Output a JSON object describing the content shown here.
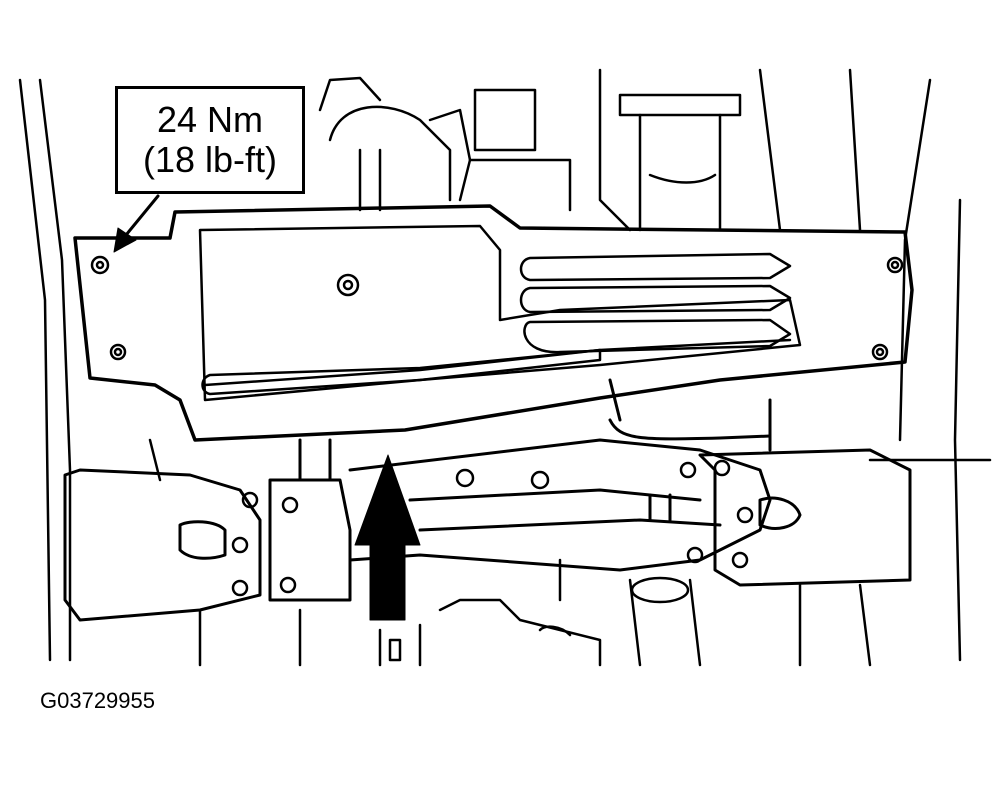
{
  "callout": {
    "torque_nm": "24 Nm",
    "torque_lbft": "(18 lb-ft)"
  },
  "figure_id": "G03729955",
  "colors": {
    "ink": "#000000",
    "paper": "#ffffff"
  }
}
